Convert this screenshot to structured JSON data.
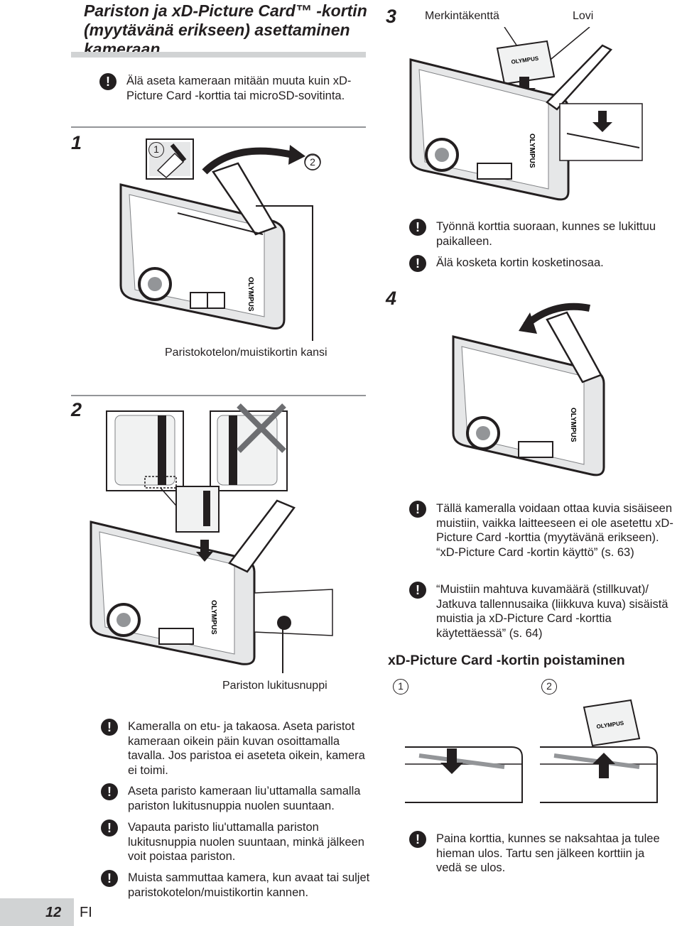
{
  "section": {
    "title": "Pariston ja xD-Picture Card™ -kortin (myytävänä erikseen) asettaminen kameraan"
  },
  "warnings_top": [
    "Älä aseta kameraan mitään muuta kuin xD-Picture Card -korttia tai microSD-sovitinta."
  ],
  "steps": {
    "step1": "1",
    "step2": "2",
    "step3": "3",
    "step4": "4"
  },
  "markers": {
    "one": "1",
    "two": "2"
  },
  "labels": {
    "cover": "Paristokotelon/muistikortin kansi",
    "battery_lock": "Pariston lukitusnuppi",
    "write_area": "Merkintäkenttä",
    "notch": "Lovi",
    "camera_brand": "OLYMPUS",
    "card_brand": "OLYMPUS"
  },
  "warnings_step3": [
    "Työnnä korttia suoraan, kunnes se lukittuu paikalleen.",
    "Älä kosketa kortin kosketinosaa."
  ],
  "warnings_step2": [
    "Kameralla on etu- ja takaosa. Aseta paristot kameraan oikein päin kuvan osoittamalla tavalla. Jos paristoa ei aseteta oikein, kamera ei toimi.",
    "Aseta paristo kameraan liu’uttamalla samalla pariston lukitusnuppia nuolen suuntaan.",
    "Vapauta paristo liu'uttamalla pariston lukitusnuppia nuolen suuntaan, minkä jälkeen voit poistaa pariston.",
    "Muista sammuttaa kamera, kun avaat tai suljet paristokotelon/muistikortin kannen."
  ],
  "warnings_right": [
    "Tällä kameralla voidaan ottaa kuvia sisäiseen muistiin, vaikka laitteeseen ei ole asetettu xD-Picture Card -korttia (myytävänä erikseen). “xD-Picture Card -kortin käyttö” (s. 63)",
    "“Muistiin mahtuva kuvamäärä (stillkuvat)/ Jatkuva tallennusaika (liikkuva kuva) sisäistä muistia ja xD-Picture Card -korttia käytettäessä” (s. 64)"
  ],
  "removal": {
    "heading": "xD-Picture Card -kortin poistaminen",
    "warning": "Paina korttia, kunnes se naksahtaa ja tulee hieman ulos. Tartu sen jälkeen korttiin ja vedä se ulos."
  },
  "footer": {
    "page": "12",
    "lang": "FI"
  }
}
